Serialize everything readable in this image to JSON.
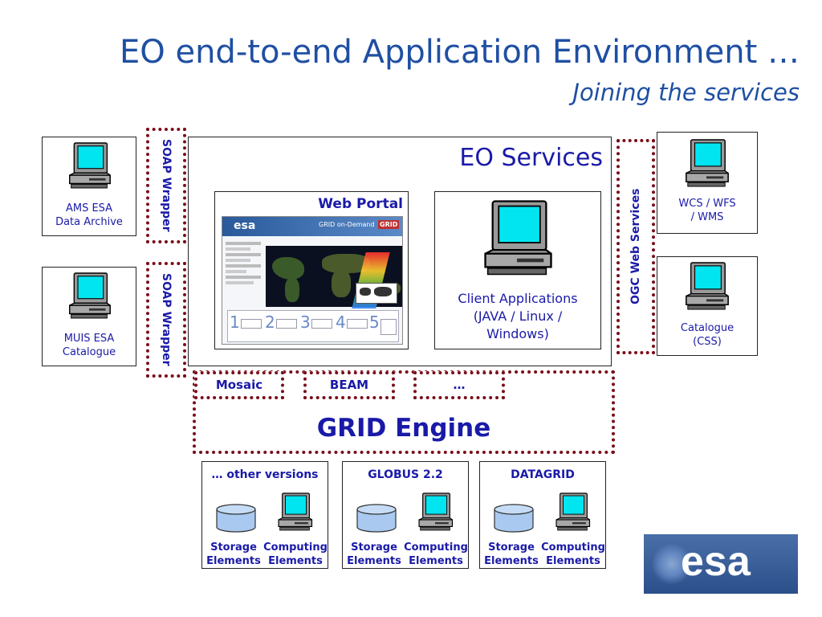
{
  "header": {
    "title": "EO end-to-end Application Environment …",
    "subtitle": "Joining the services"
  },
  "left_services": [
    {
      "label_line1": "AMS ESA",
      "label_line2": "Data Archive"
    },
    {
      "label_line1": "MUIS ESA",
      "label_line2": "Catalogue"
    }
  ],
  "wrappers": {
    "soap_top": "SOAP Wrapper",
    "soap_bottom": "SOAP Wrapper",
    "ogc": "OGC Web Services"
  },
  "eo_services": {
    "title": "EO Services",
    "web_portal": {
      "title": "Web Portal",
      "screen_logo": "esa",
      "screen_header": "GRID on-Demand",
      "grid_badge": "GRID",
      "steps": [
        "1",
        "2",
        "3",
        "4",
        "5"
      ]
    },
    "client": {
      "line1": "Client Applications",
      "line2": "(JAVA / Linux /",
      "line3": "Windows)"
    }
  },
  "right_services": [
    {
      "label_line1": "WCS / WFS",
      "label_line2": "/ WMS"
    },
    {
      "label_line1": "Catalogue",
      "label_line2": "(CSS)"
    }
  ],
  "grid_engine": {
    "title": "GRID Engine",
    "modules": [
      "Mosaic",
      "BEAM",
      "…"
    ]
  },
  "middleware": [
    {
      "title": "… other versions",
      "storage": [
        "Storage",
        "Elements"
      ],
      "computing": [
        "Computing",
        "Elements"
      ]
    },
    {
      "title": "GLOBUS 2.2",
      "storage": [
        "Storage",
        "Elements"
      ],
      "computing": [
        "Computing",
        "Elements"
      ]
    },
    {
      "title": "DATAGRID",
      "storage": [
        "Storage",
        "Elements"
      ],
      "computing": [
        "Computing",
        "Elements"
      ]
    }
  ],
  "logo": {
    "text": "esa"
  },
  "colors": {
    "text_blue": "#1a1aa8",
    "title_blue": "#1f4fa3",
    "dotted_red": "#7a0d1a",
    "screen_cyan": "#00e5f0",
    "storage_blue": "#a9c9f0"
  }
}
